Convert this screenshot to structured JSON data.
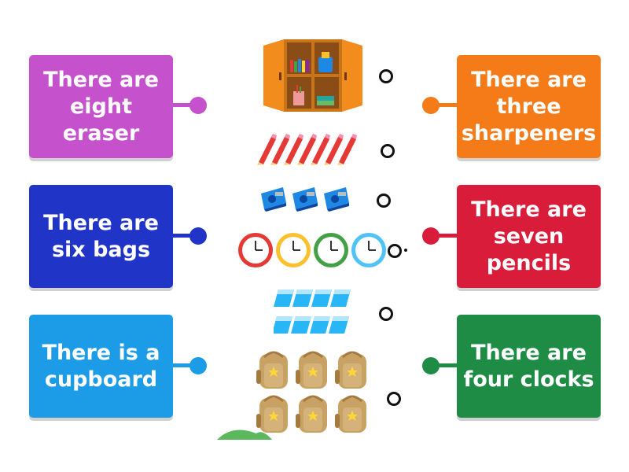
{
  "cards_left": [
    {
      "text": "There are eight eraser",
      "color": "#c651cd"
    },
    {
      "text": "There are six bags",
      "color": "#2034c8"
    },
    {
      "text": "There is a cupboard",
      "color": "#1c9be6"
    }
  ],
  "cards_right": [
    {
      "text": "There are three sharpeners",
      "color": "#f47b18"
    },
    {
      "text": "There are seven pencils",
      "color": "#d81c3a"
    },
    {
      "text": "There are four clocks",
      "color": "#1f8c45"
    }
  ],
  "images": [
    {
      "icon": "cupboard-icon"
    },
    {
      "icon": "pencils-icon"
    },
    {
      "icon": "sharpeners-icon"
    },
    {
      "icon": "clocks-icon"
    },
    {
      "icon": "erasers-icon"
    },
    {
      "icon": "bags-icon"
    }
  ]
}
